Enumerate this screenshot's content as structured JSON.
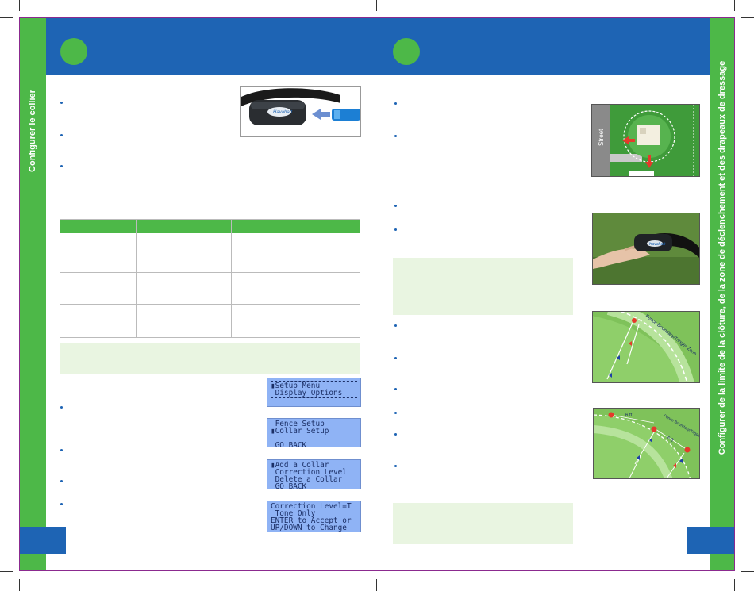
{
  "page": {
    "left_side_title": "Configurer le collier",
    "right_side_title": "Configurer de la limite de la clôture, de la zone de déclenchement et des drapeaux de dressage",
    "collar_brand": "Havahart",
    "colors": {
      "green": "#4db848",
      "blue": "#1e64b4",
      "lcd": "#8fb3f5",
      "note_bg": "#e9f5e1"
    }
  },
  "lcd_screens": [
    {
      "lines": [
        "▮Setup Menu",
        " Display Options"
      ],
      "dashes": true
    },
    {
      "lines": [
        " Fence Setup",
        "▮Collar Setup",
        "",
        " GO BACK"
      ],
      "dashes": false
    },
    {
      "lines": [
        "▮Add a Collar",
        " Correction Level",
        " Delete a Collar",
        " GO BACK"
      ],
      "dashes": false
    },
    {
      "lines": [
        "Correction Level=T",
        " Tone Only",
        "ENTER to Accept or",
        "UP/DOWN to Change"
      ],
      "dashes": false
    }
  ],
  "map": {
    "street_label": "Street"
  },
  "diagram1": {
    "label": "Fence Boundary/Trigger Zone"
  },
  "diagram2": {
    "label": "Fence Boundary/Trigger Z",
    "dist1": "6 ft",
    "dist2": "6 ft"
  }
}
